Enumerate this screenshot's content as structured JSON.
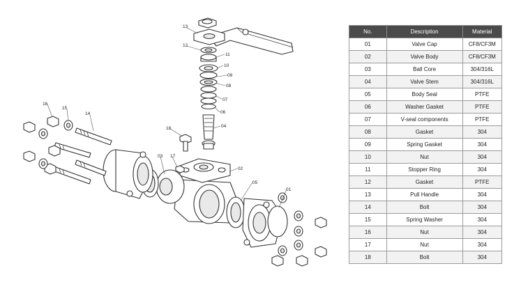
{
  "table": {
    "headers": {
      "no": "No.",
      "description": "Description",
      "material": "Material"
    },
    "rows": [
      {
        "no": "01",
        "description": "Valve Cap",
        "material": "CF8/CF3M"
      },
      {
        "no": "02",
        "description": "Valve Body",
        "material": "CF8/CF3M"
      },
      {
        "no": "03",
        "description": "Ball Core",
        "material": "304/316L"
      },
      {
        "no": "04",
        "description": "Valve Stem",
        "material": "304/316L"
      },
      {
        "no": "05",
        "description": "Body Seal",
        "material": "PTFE"
      },
      {
        "no": "06",
        "description": "Washer Gasket",
        "material": "PTFE"
      },
      {
        "no": "07",
        "description": "V-seal components",
        "material": "PTFE"
      },
      {
        "no": "08",
        "description": "Gasket",
        "material": "304"
      },
      {
        "no": "09",
        "description": "Spring Gasket",
        "material": "304"
      },
      {
        "no": "10",
        "description": "Nut",
        "material": "304"
      },
      {
        "no": "11",
        "description": "Stopper Ring",
        "material": "304"
      },
      {
        "no": "12",
        "description": "Gasket",
        "material": "PTFE"
      },
      {
        "no": "13",
        "description": "Pull Handle",
        "material": "304"
      },
      {
        "no": "14",
        "description": "Bolt",
        "material": "304"
      },
      {
        "no": "15",
        "description": "Spring Washer",
        "material": "304"
      },
      {
        "no": "16",
        "description": "Nut",
        "material": "304"
      },
      {
        "no": "17",
        "description": "Nut",
        "material": "304"
      },
      {
        "no": "18",
        "description": "Bolt",
        "material": "304"
      }
    ]
  },
  "callouts": [
    "01",
    "02",
    "03",
    "04",
    "05",
    "06",
    "07",
    "08",
    "09",
    "10",
    "11",
    "12",
    "13",
    "14",
    "15",
    "16",
    "17",
    "18"
  ]
}
